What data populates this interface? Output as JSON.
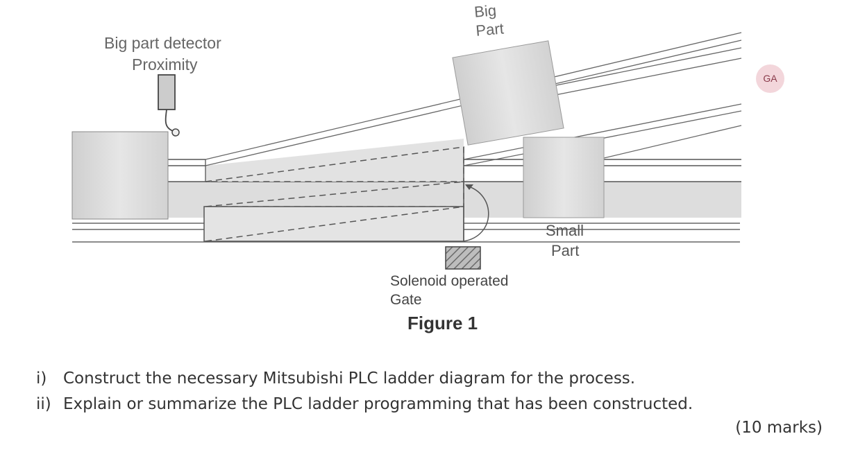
{
  "figure": {
    "detector_label": {
      "line1": "Big part detector",
      "line2": "Proximity"
    },
    "big_part_label": {
      "line1": "Big",
      "line2": "Part"
    },
    "small_part_label": {
      "line1": "Small",
      "line2": "Part"
    },
    "gate_label": {
      "line1": "Solenoid operated",
      "line2": "Gate"
    },
    "caption": "Figure 1"
  },
  "badge": {
    "text": "GA",
    "color": "#f3d6db"
  },
  "questions": [
    {
      "number": "i)",
      "text": "Construct the necessary Mitsubishi PLC ladder diagram for the process."
    },
    {
      "number": "ii)",
      "text": "Explain or summarize the PLC ladder programming that has been constructed."
    }
  ],
  "marks": "(10 marks)",
  "colors": {
    "block": "#dcdcdc",
    "line": "#555555",
    "gate_hatch": "#777777"
  }
}
